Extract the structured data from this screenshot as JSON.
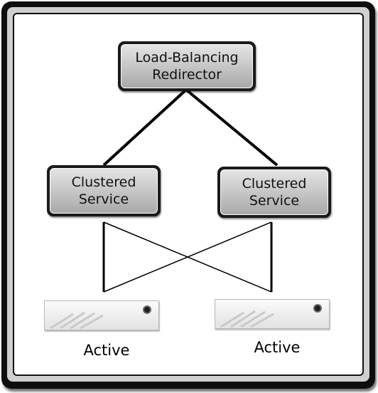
{
  "nodes": {
    "redirector": {
      "line1": "Load-Balancing",
      "line2": "Redirector"
    },
    "service_left": {
      "line1": "Clustered",
      "line2": "Service"
    },
    "service_right": {
      "line1": "Clustered",
      "line2": "Service"
    }
  },
  "servers": [
    {
      "status": "Active"
    },
    {
      "status": "Active"
    }
  ],
  "colors": {
    "frame": "#0e0e0e",
    "node_fill_top": "#e4e4e4",
    "node_fill_bottom": "#a9a9a9",
    "line": "#000000"
  }
}
